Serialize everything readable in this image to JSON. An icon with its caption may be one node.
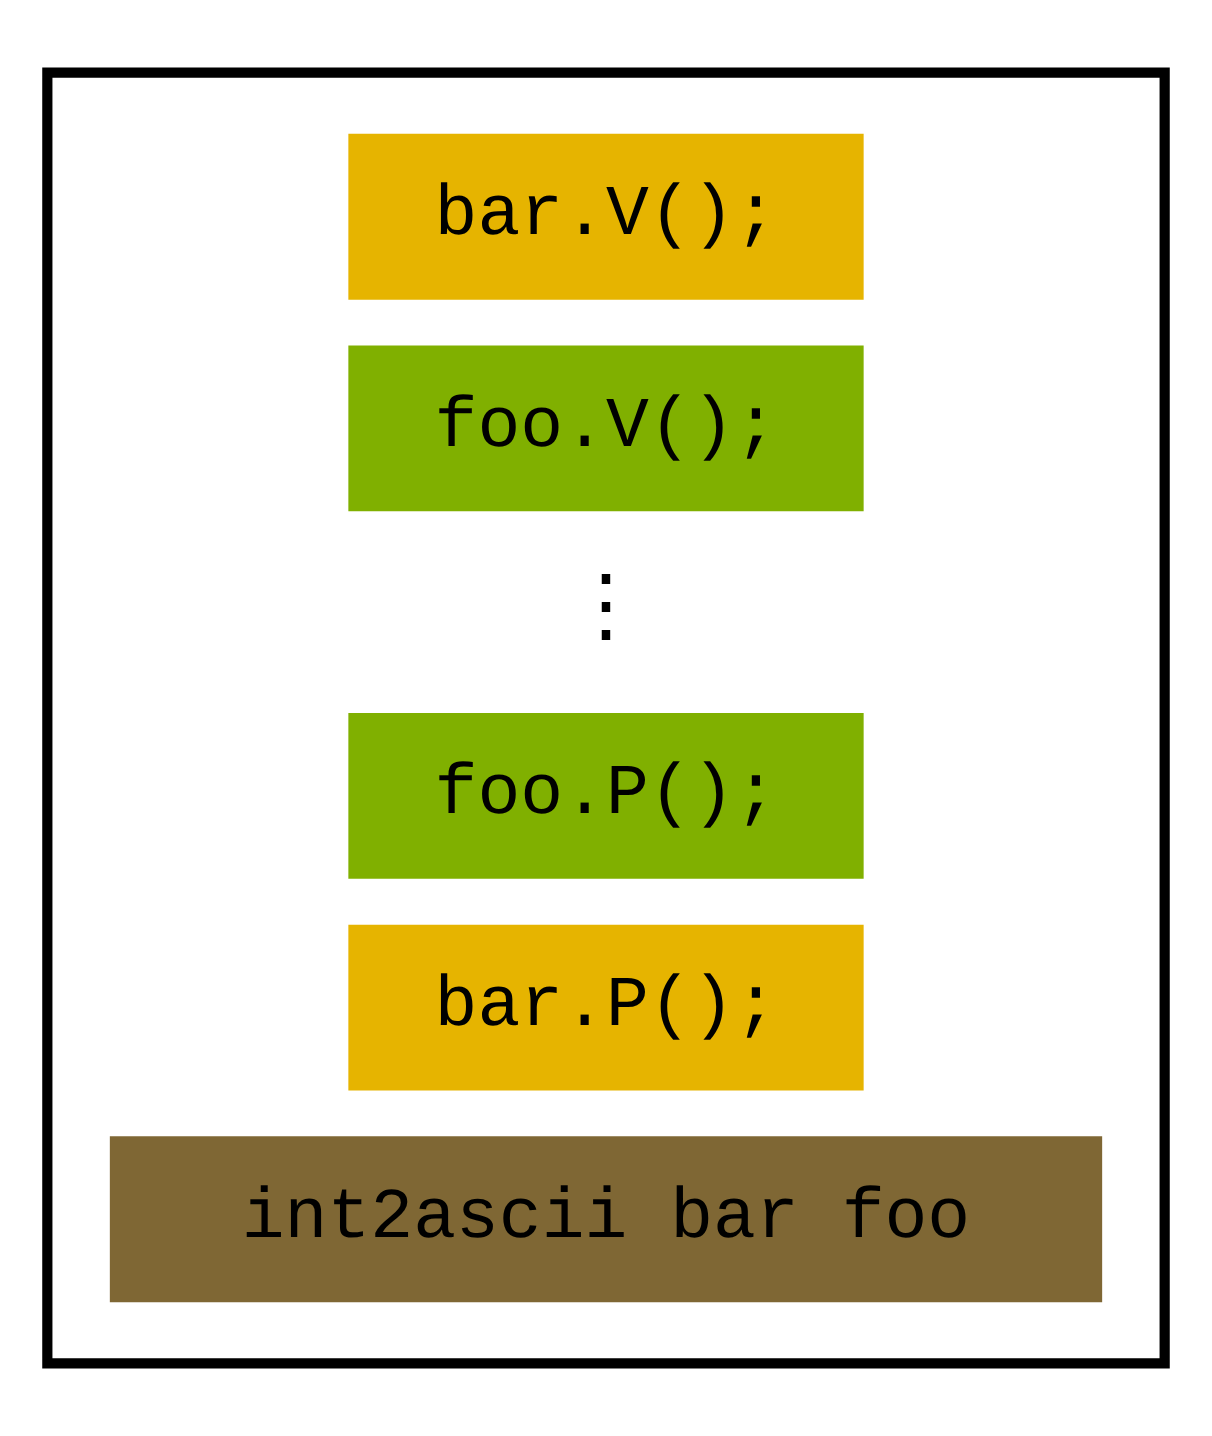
{
  "diagram": {
    "nodes": [
      {
        "text": [],
        "shape": "box"
      },
      {
        "text": [
          "bar.V();"
        ],
        "in": 0
      },
      {
        "text": [
          "foo.V();"
        ],
        "in": 0
      },
      {
        "text": [
          "foo.P();"
        ],
        "in": 0
      },
      {
        "text": [
          "bar.P();"
        ],
        "in": 0
      },
      {
        "text": [
          "int2ascii bar foo"
        ],
        "in": 0
      }
    ],
    "edges": [],
    "labels": [
      "⋮"
    ]
  }
}
